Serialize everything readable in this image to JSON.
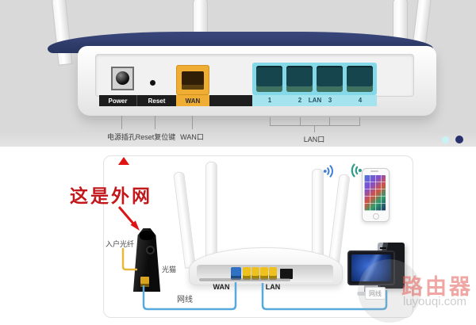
{
  "top": {
    "ports": {
      "power": "Power",
      "reset": "Reset",
      "wan": "WAN",
      "lan_numbers": [
        "1",
        "2",
        "3",
        "4"
      ],
      "lan_text": "LAN"
    },
    "callouts": {
      "power": "电源插孔",
      "reset": "Reset复位键",
      "wan": "WAN口",
      "lan": "LAN口"
    },
    "colors": {
      "wan_orange": "#f0ad33",
      "lan_cyan": "#84d8e7",
      "router_top_navy": "#2c3968",
      "dot_light": "#c9f2f5",
      "dot_dark": "#27316b"
    }
  },
  "diagram": {
    "annotation": "这是外网",
    "labels": {
      "fiber": "入户光纤",
      "modem": "光猫",
      "cable1": "网线",
      "wan": "WAN",
      "lan": "LAN",
      "cable2": "网线"
    },
    "colors": {
      "cable_blue": "#58a9dc",
      "fiber_yellow": "#e6b83e",
      "annotation_red": "#c2181b"
    },
    "watermark": {
      "brand": "路由器",
      "site": "luyouqi.com"
    }
  }
}
